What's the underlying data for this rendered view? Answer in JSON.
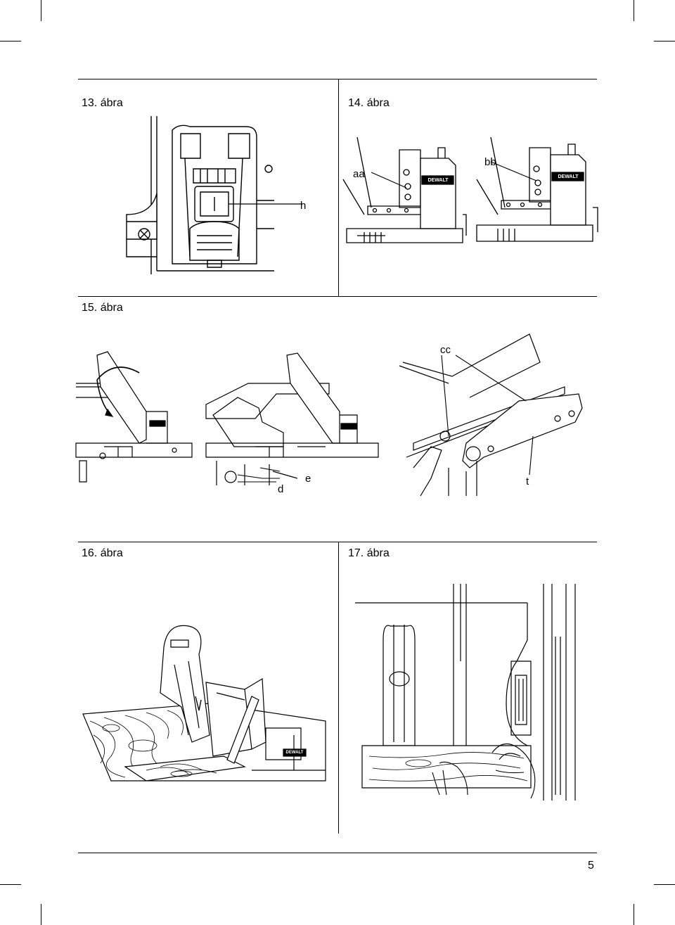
{
  "figures": [
    {
      "caption": "13. ábra",
      "labels": [
        "h"
      ]
    },
    {
      "caption": "14. ábra",
      "labels": [
        "aa",
        "bb"
      ],
      "brand": "DEWALT"
    },
    {
      "caption": "15. ábra",
      "labels": [
        "cc",
        "d",
        "e",
        "t"
      ]
    },
    {
      "caption": "16. ábra",
      "labels": [],
      "brand": "DEWALT"
    },
    {
      "caption": "17. ábra",
      "labels": []
    }
  ],
  "page_number": "5"
}
